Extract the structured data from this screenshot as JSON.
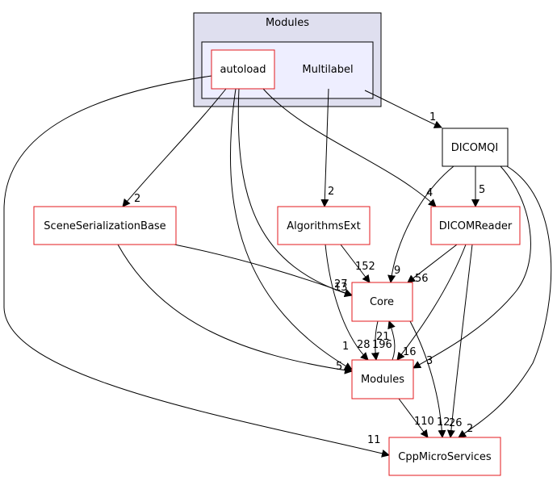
{
  "diagram": {
    "cluster_outer_label": "Modules",
    "nodes": {
      "autoload": "autoload",
      "multilabel": "Multilabel",
      "dicomqi": "DICOMQI",
      "scene_serialization_base": "SceneSerializationBase",
      "algorithms_ext": "AlgorithmsExt",
      "dicom_reader": "DICOMReader",
      "core": "Core",
      "modules": "Modules",
      "cpp_micro_services": "CppMicroServices"
    },
    "edge_labels": {
      "multilabel_to_dicomqi": "1",
      "autoload_to_scene": "2",
      "multilabel_to_algorithms": "2",
      "autoload_to_dicomreader": "4",
      "dicomqi_to_dicomreader": "5",
      "algorithms_to_core": "152",
      "dicomqi_to_core": "9",
      "dicomreader_to_core": "56",
      "scene_to_core_a": "27",
      "autoload_to_core": "13",
      "modules_to_core": "21",
      "core_to_modules": "196",
      "algorithms_to_modules": "28",
      "autoload_to_modules": "1",
      "dicomreader_to_modules": "16",
      "scene_to_modules": "5",
      "dicomqi_to_modules": "3",
      "modules_to_cppms": "110",
      "core_to_cppms": "12",
      "dicomreader_to_cppms": "26",
      "dicomqi_to_cppms": "2",
      "autoload_to_cppms": "11"
    },
    "colors": {
      "cluster_outer_fill": "#dfdfef",
      "cluster_inner_fill": "#eeeeff",
      "red_border": "#e31a1c",
      "black_border": "#000000"
    }
  }
}
